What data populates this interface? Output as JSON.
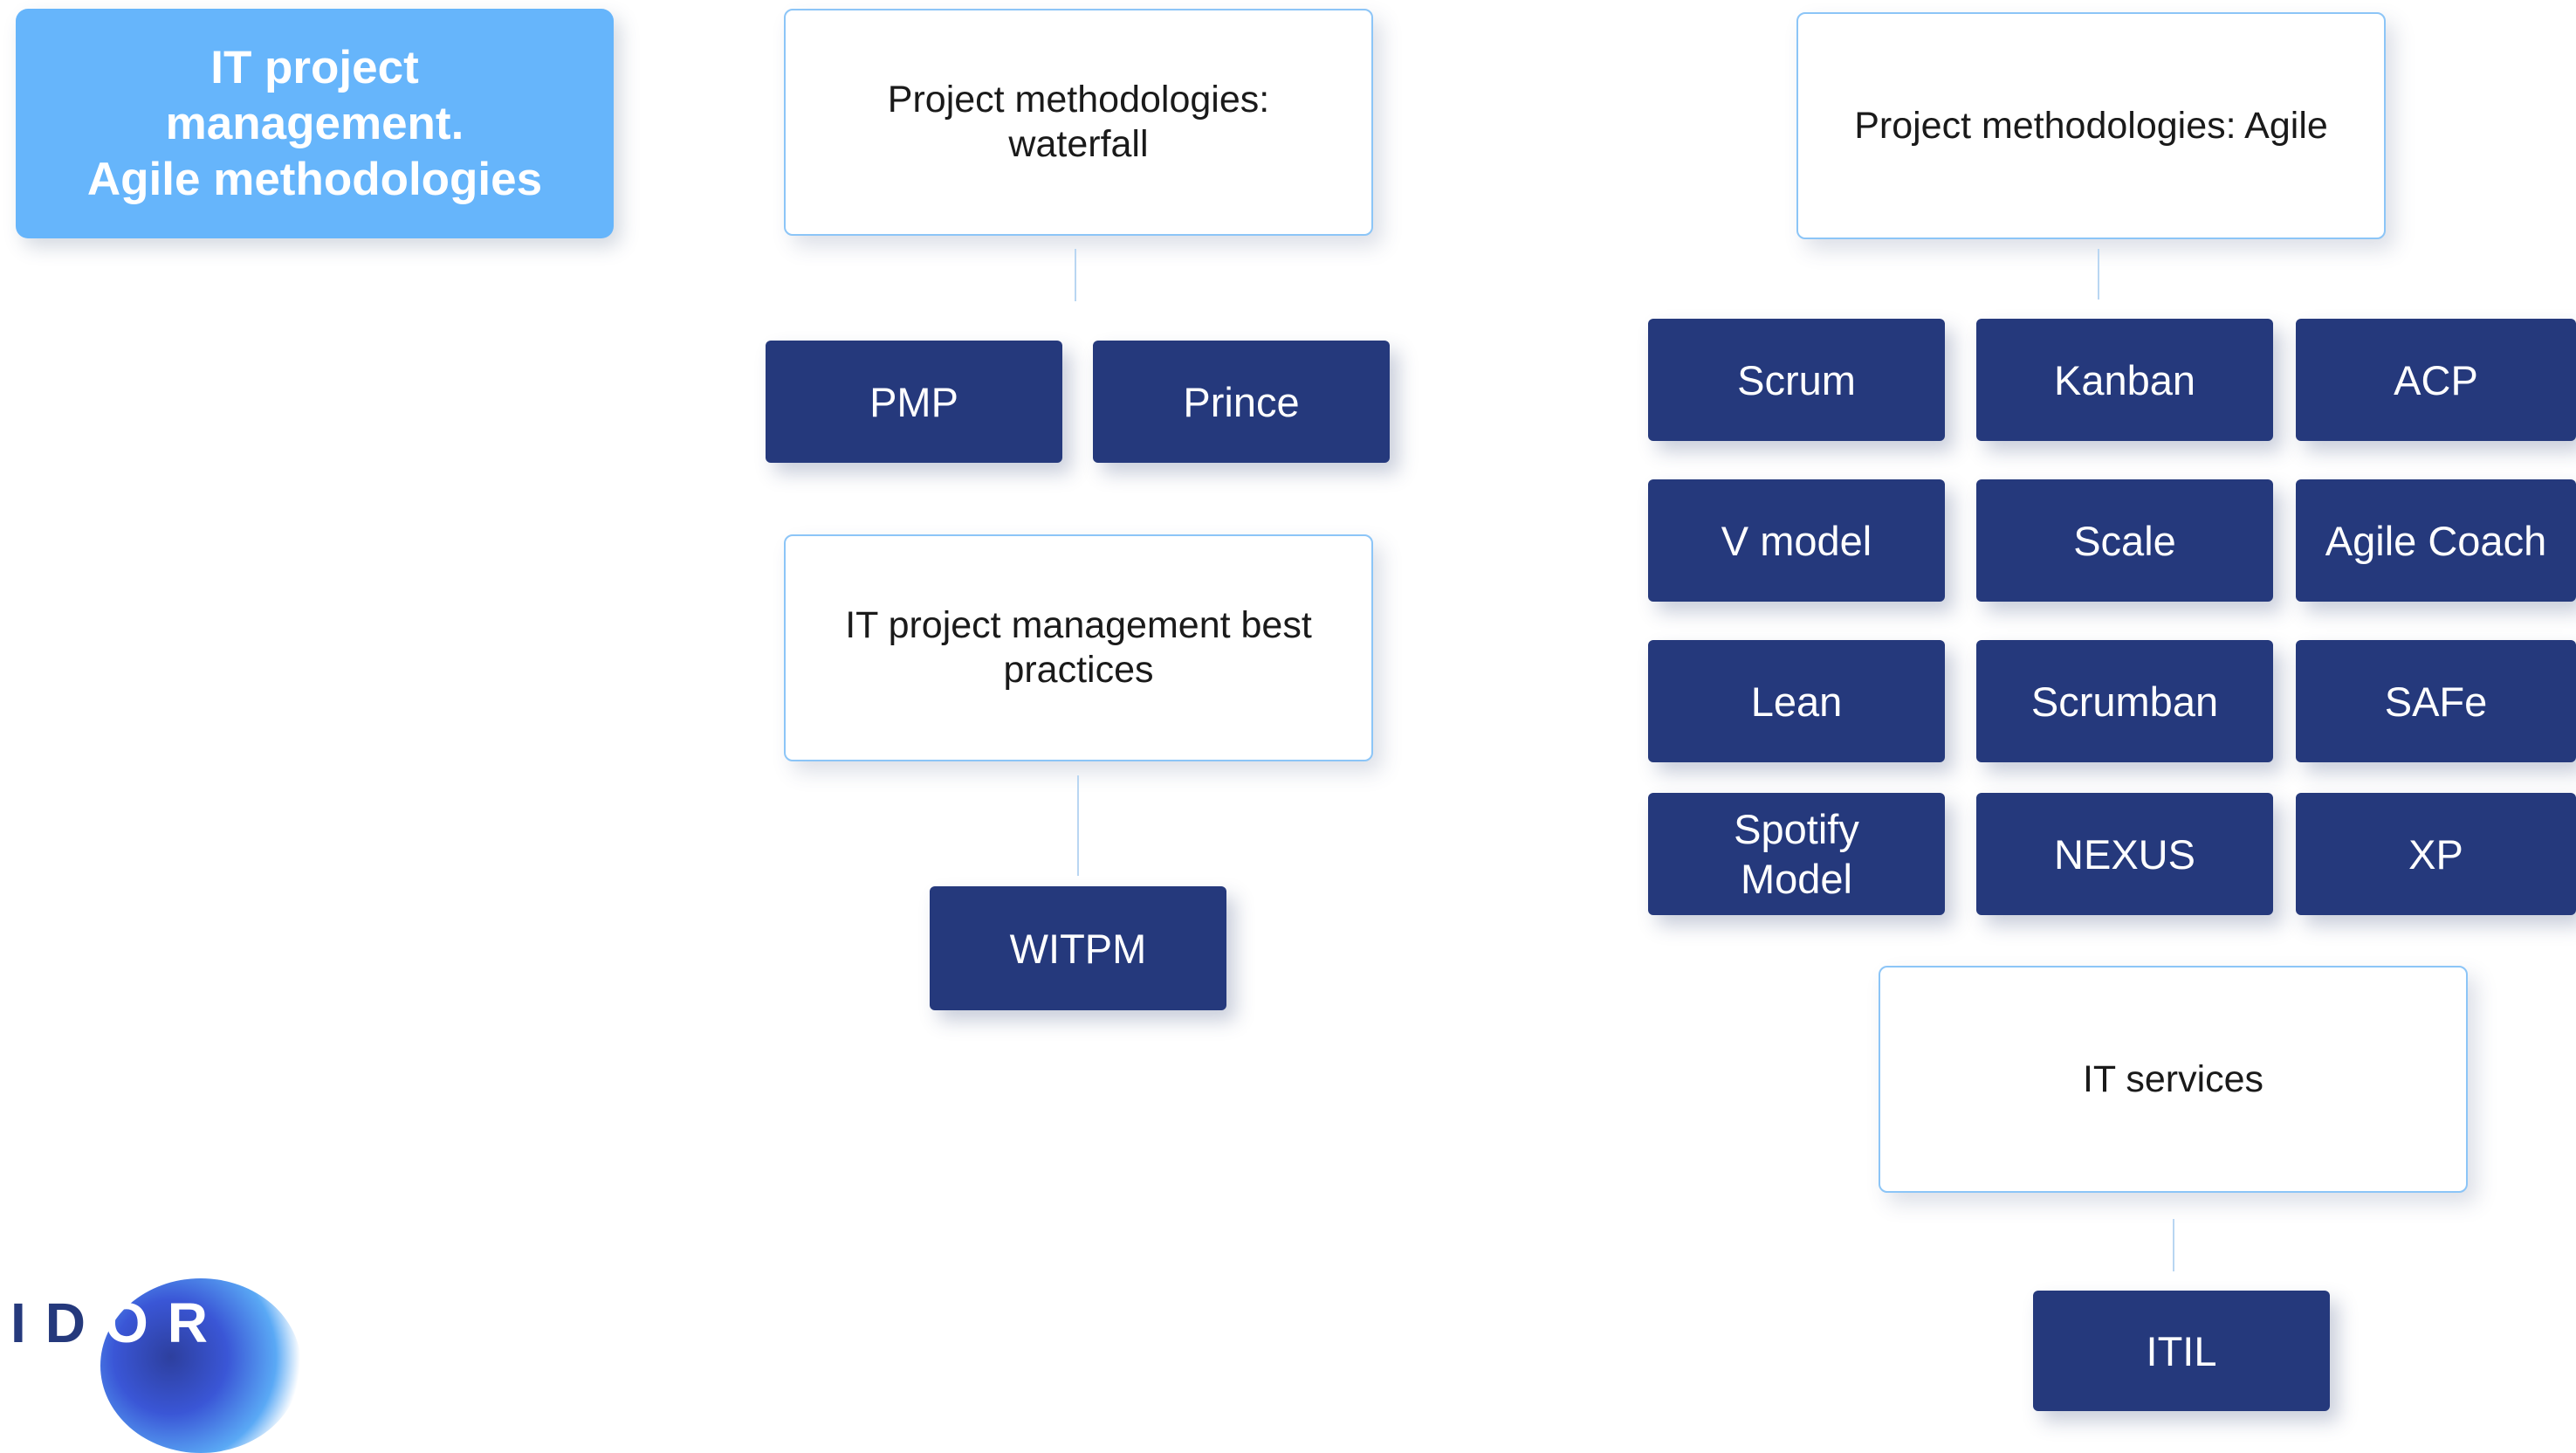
{
  "title": {
    "line1": "IT project",
    "line2": "management.",
    "line3": "Agile methodologies"
  },
  "waterfall": {
    "heading_line1": "Project methodologies:",
    "heading_line2": "waterfall",
    "items": [
      "PMP",
      "Prince"
    ]
  },
  "best_practices": {
    "heading_line1": "IT project management best",
    "heading_line2": "practices",
    "items": [
      "WITPM"
    ]
  },
  "agile": {
    "heading": "Project methodologies: Agile",
    "items": [
      "Scrum",
      "Kanban",
      "ACP",
      "V model",
      "Scale",
      "Agile Coach",
      "Lean",
      "Scrumban",
      "SAFe",
      "Spotify Model",
      "NEXUS",
      "XP"
    ]
  },
  "it_services": {
    "heading": "IT services",
    "items": [
      "ITIL"
    ]
  },
  "logo": {
    "letters": [
      "I",
      "D",
      "O",
      "R"
    ]
  },
  "colors": {
    "title_bg": "#66b5fb",
    "pill_bg": "#25397c",
    "card_border": "#8cc5f7"
  }
}
